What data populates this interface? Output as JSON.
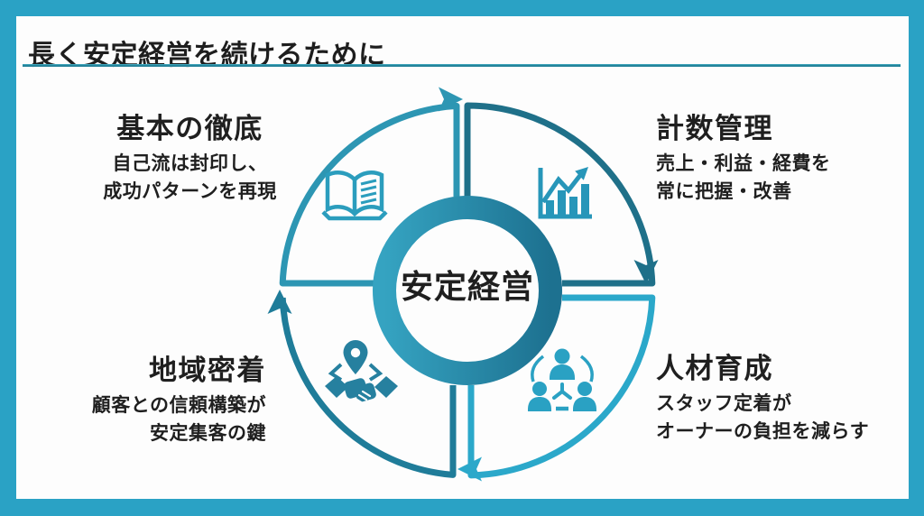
{
  "title": "長く安定経営を続けるために",
  "center_label": "安定経営",
  "quadrants": [
    {
      "position": "top-left",
      "heading": "基本の徹底",
      "lines": [
        "自己流は封印し、",
        "成功パターンを再現"
      ],
      "icon": "open-book-icon"
    },
    {
      "position": "top-right",
      "heading": "計数管理",
      "lines": [
        "売上・利益・経費を",
        "常に把握・改善"
      ],
      "icon": "bar-chart-growth-icon"
    },
    {
      "position": "bottom-left",
      "heading": "地域密着",
      "lines": [
        "顧客との信頼構築が",
        "安定集客の鍵"
      ],
      "icon": "handshake-location-pin-icon"
    },
    {
      "position": "bottom-right",
      "heading": "人材育成",
      "lines": [
        "スタッフ定着が",
        "オーナーの負担を減らす"
      ],
      "icon": "people-network-icon"
    }
  ],
  "cycle": {
    "direction": "clockwise",
    "arrow_positions": [
      "top",
      "right",
      "bottom",
      "left"
    ]
  },
  "palette": {
    "frame": "#2AA2C5",
    "title_text": "#1E1E1E",
    "title_underline": "#1F7F96",
    "arc_top_left": "#2D96B3",
    "arc_top_right": "#1F7089",
    "arc_bottom_right": "#2BA8CA",
    "arc_bottom_left": "#1F7C99",
    "ring_gradient_start": "#35A3C1",
    "ring_gradient_end": "#1D7190",
    "icon_book": "#2B9DBD",
    "icon_chart": "#2796B9",
    "icon_handshake": "#26809F",
    "icon_people": "#2AA1C3",
    "body_text": "#1F1F1F"
  }
}
